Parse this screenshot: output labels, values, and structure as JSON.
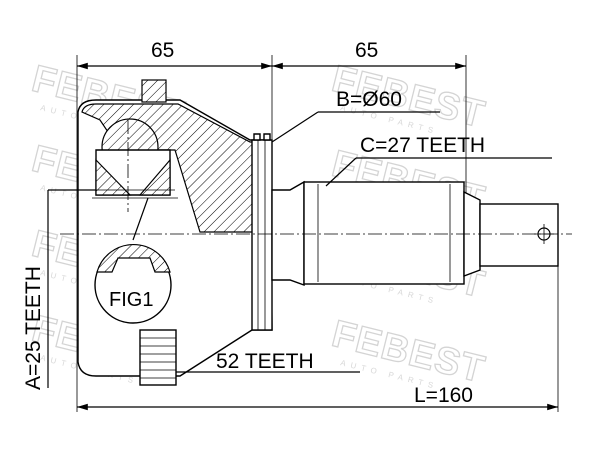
{
  "dimensions": {
    "left_length": "65",
    "right_length": "65",
    "diameter": "B=Ø60",
    "outer_teeth": "C=27 TEETH",
    "inner_teeth": "A=25 TEETH",
    "abs_ring_teeth": "52 TEETH",
    "total_length": "L=160"
  },
  "figure_label": "FIG1",
  "watermark": {
    "brand": "FEBEST",
    "sub": "AUTO PARTS"
  }
}
